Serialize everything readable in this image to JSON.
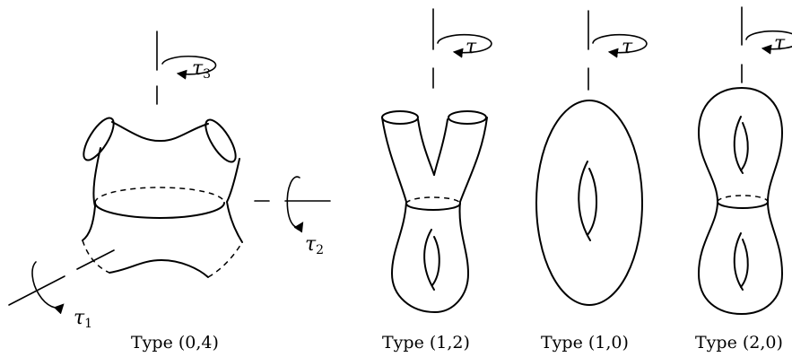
{
  "panels": [
    {
      "caption": "Type (0,4)",
      "axis_labels": [
        {
          "symbol": "τ",
          "subscript": "3"
        },
        {
          "symbol": "τ",
          "subscript": "2"
        },
        {
          "symbol": "τ",
          "subscript": "1"
        }
      ]
    },
    {
      "caption": "Type (1,2)",
      "axis_label": {
        "symbol": "τ"
      }
    },
    {
      "caption": "Type (1,0)",
      "axis_label": {
        "symbol": "τ"
      }
    },
    {
      "caption": "Type (2,0)",
      "axis_label": {
        "symbol": "τ"
      }
    }
  ],
  "colors": {
    "line": "#000000",
    "background": "#ffffff"
  }
}
